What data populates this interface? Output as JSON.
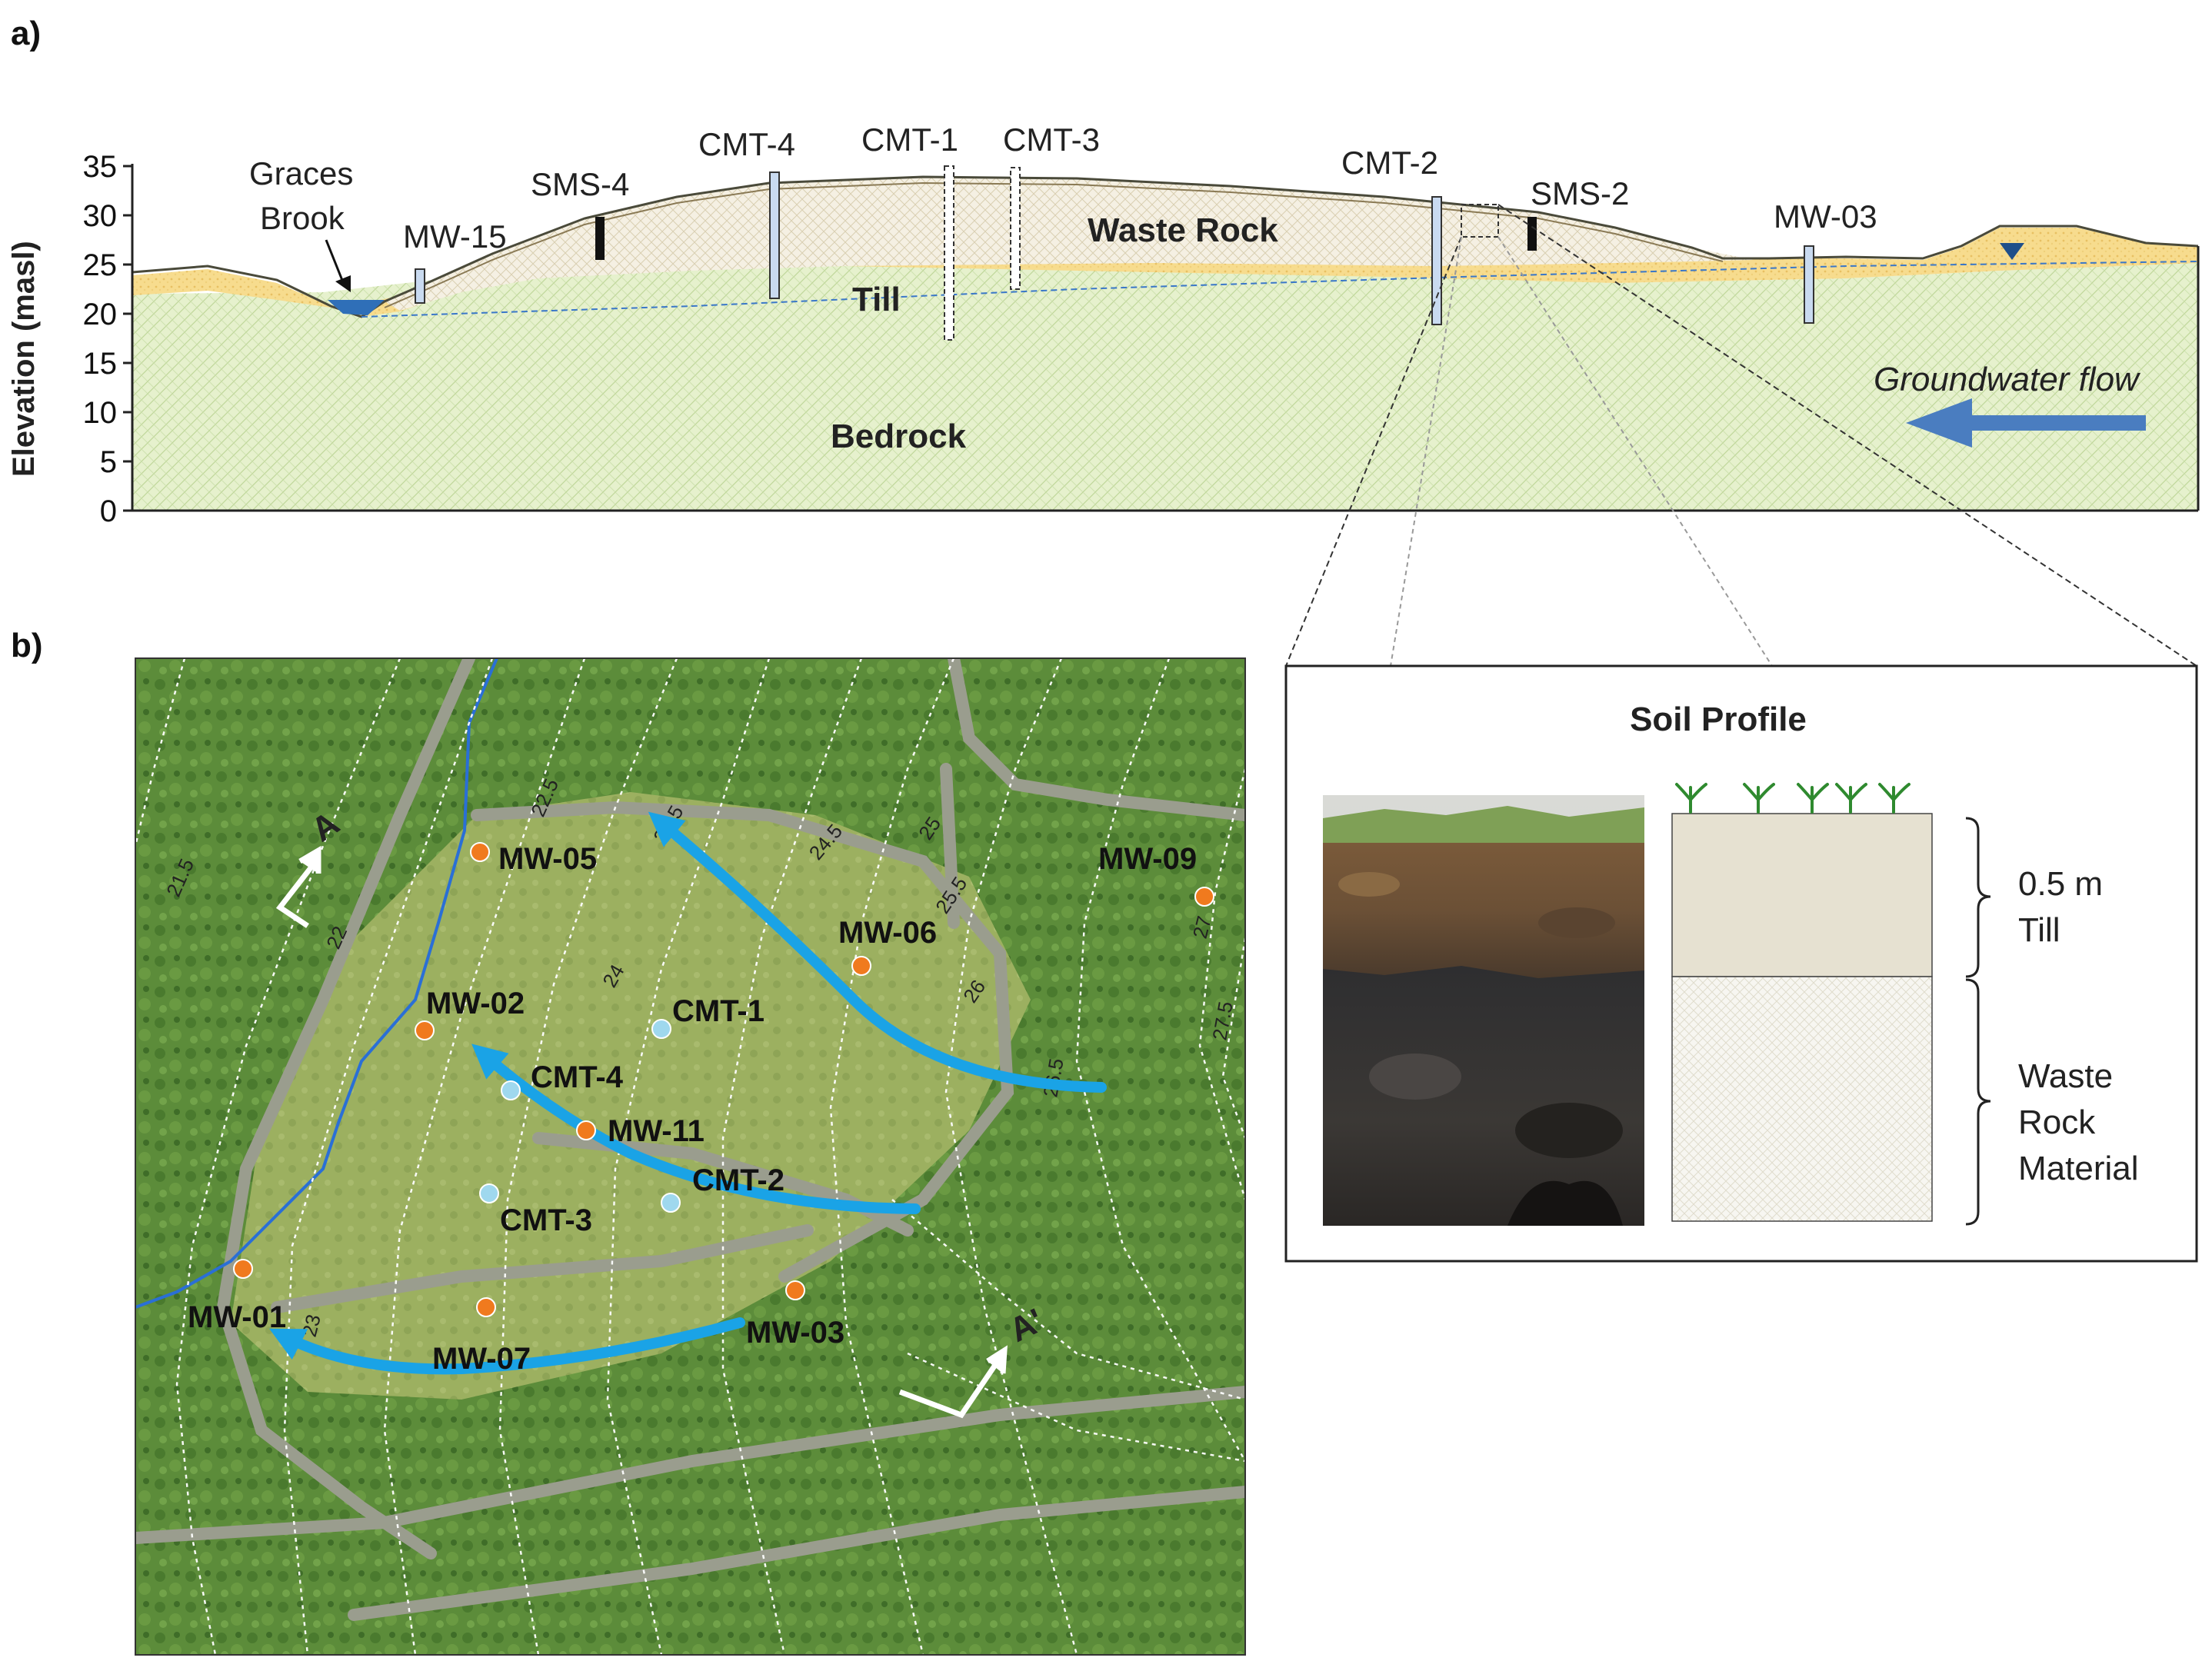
{
  "panel_a": {
    "label": "a)",
    "ylabel": "Elevation (masl)",
    "yticks": [
      "0",
      "5",
      "10",
      "15",
      "20",
      "25",
      "30",
      "35"
    ],
    "ylim": [
      0,
      35
    ],
    "layers": {
      "waste_rock": "Waste Rock",
      "till": "Till",
      "bedrock": "Bedrock"
    },
    "brook_label": [
      "Graces",
      "Brook"
    ],
    "wells": [
      "MW-15",
      "SMS-4",
      "CMT-4",
      "CMT-1",
      "CMT-3",
      "CMT-2",
      "SMS-2",
      "MW-03"
    ],
    "flow_label": "Groundwater flow",
    "colors": {
      "bedrock": "#e8f2cf",
      "till": "#f6dc92",
      "waste": "#f4efe2",
      "water": "#2f6fb8",
      "arrow": "#4a7dc0"
    }
  },
  "soil_profile": {
    "title": "Soil Profile",
    "thickness": "0.5 m",
    "till": "Till",
    "waste_rock": [
      "Waste",
      "Rock",
      "Material"
    ]
  },
  "panel_b": {
    "label": "b)",
    "section_start": "A",
    "section_end": "A'",
    "contours": [
      "21.5",
      "22",
      "22.5",
      "23",
      "24",
      "24.5",
      "24.5",
      "25",
      "25.5",
      "26",
      "26.5",
      "27",
      "27.5"
    ],
    "mw_wells": [
      "MW-05",
      "MW-02",
      "MW-06",
      "MW-09",
      "MW-11",
      "MW-01",
      "MW-07",
      "MW-03"
    ],
    "cmt_wells": [
      "CMT-1",
      "CMT-4",
      "CMT-2",
      "CMT-3"
    ],
    "colors": {
      "mw": "#f07a1e",
      "cmt": "#9fd8ee",
      "flow": "#1aa3e6",
      "stream": "#2a6fd6"
    }
  }
}
